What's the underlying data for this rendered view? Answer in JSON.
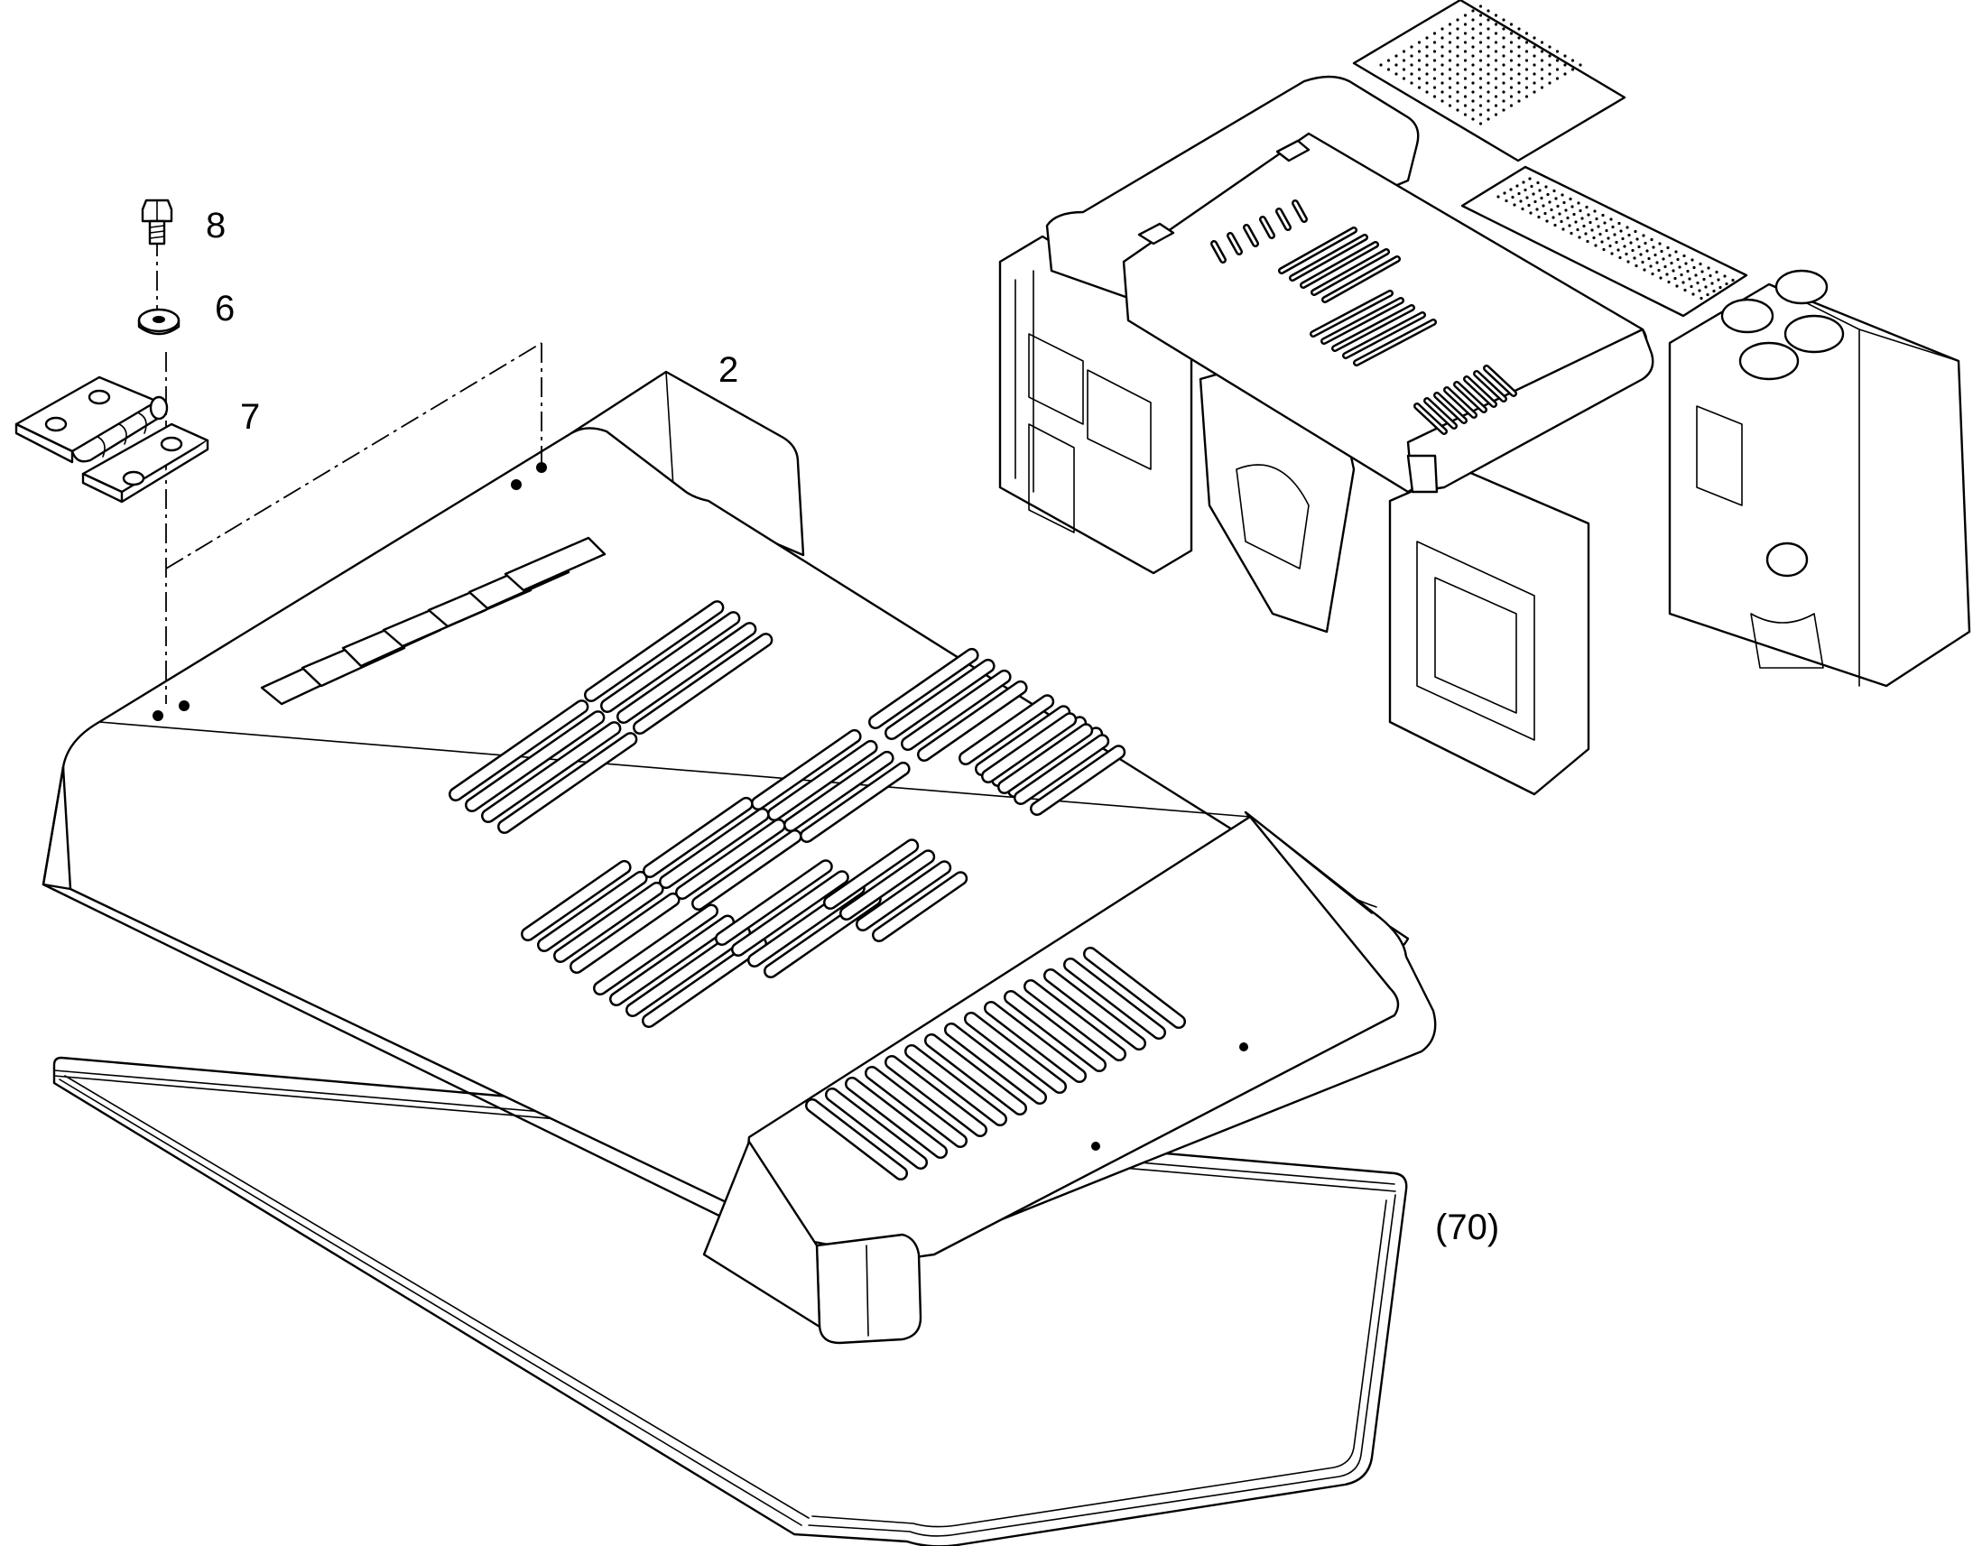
{
  "callouts": {
    "bolt": "8",
    "washer": "6",
    "hinge": "7",
    "cover": "2",
    "seal": "(70)"
  },
  "colors": {
    "line": "#000000",
    "background": "#ffffff"
  }
}
